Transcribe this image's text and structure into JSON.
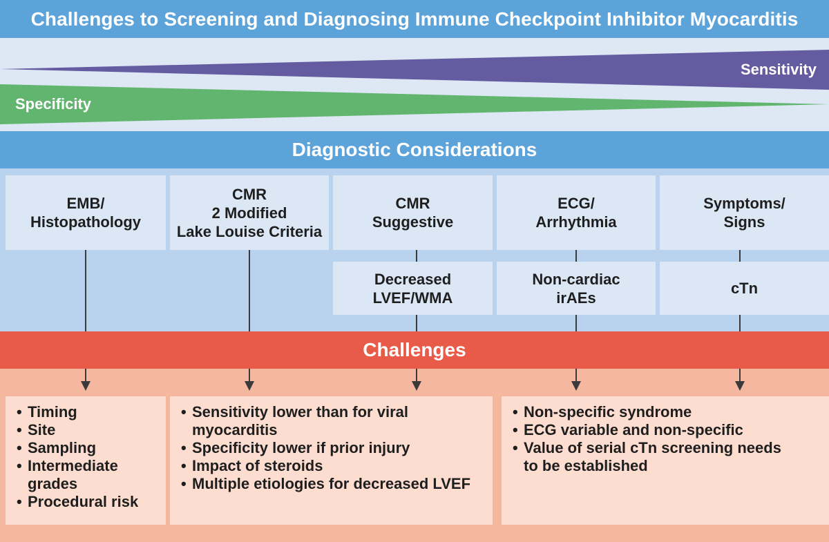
{
  "title": "Challenges to Screening and Diagnosing Immune Checkpoint Inhibitor Myocarditis",
  "gradient": {
    "sensitivity_label": "Sensitivity",
    "specificity_label": "Specificity",
    "sensitivity_color": "#645ba1",
    "specificity_color": "#62b56f"
  },
  "diagnostic_header": "Diagnostic Considerations",
  "considerations": [
    {
      "label": "EMB/\nHistopathology"
    },
    {
      "label": "CMR\n2 Modified\nLake Louise Criteria"
    },
    {
      "label": "CMR\nSuggestive",
      "sub": "Decreased\nLVEF/WMA"
    },
    {
      "label": "ECG/\nArrhythmia",
      "sub": "Non-cardiac\nirAEs"
    },
    {
      "label": "Symptoms/\nSigns",
      "sub": "cTn"
    }
  ],
  "challenges_header": "Challenges",
  "challenges": [
    {
      "items": [
        "Timing",
        "Site",
        "Sampling",
        "Intermediate grades",
        "Procedural risk"
      ]
    },
    {
      "items": [
        "Sensitivity lower than for viral myocarditis",
        "Specificity lower if prior injury",
        "Impact of steroids",
        "Multiple etiologies for decreased LVEF"
      ]
    },
    {
      "items": [
        "Non-specific syndrome",
        "ECG variable and non-specific",
        "Value of serial cTn screening needs to be established"
      ]
    }
  ],
  "colors": {
    "header_blue": "#5ba3d9",
    "challenge_red": "#e95b49",
    "consideration_bg": "#b9d2ee",
    "challenge_bg": "#f6b7a0"
  }
}
